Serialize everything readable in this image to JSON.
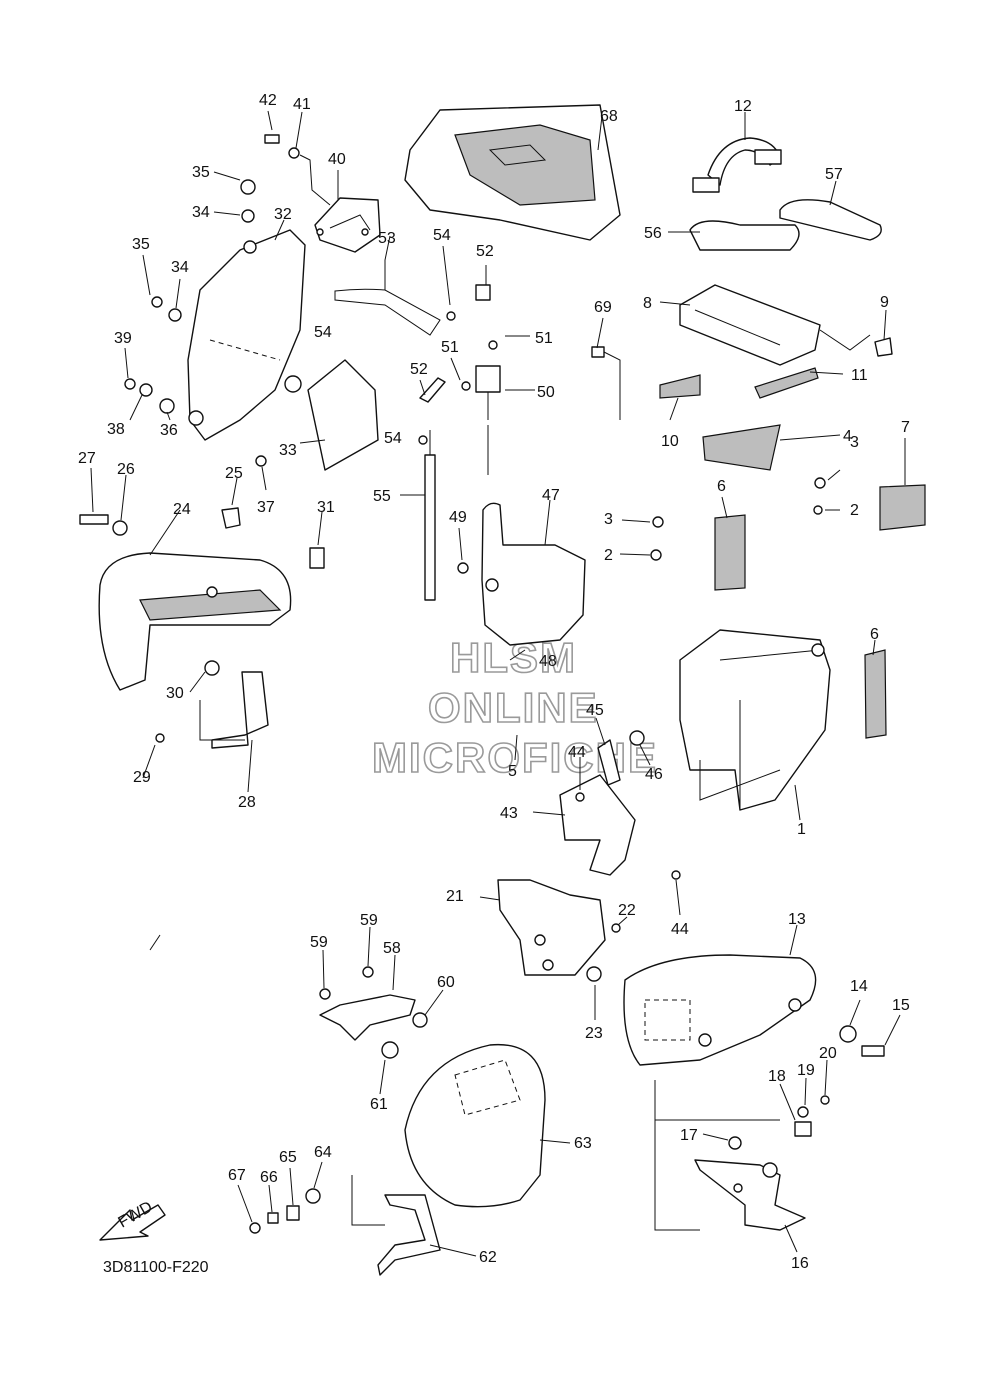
{
  "diagram_code": "3D81100-F220",
  "fwd_label": "FWD",
  "watermark": [
    "HLSM",
    "ONLINE",
    "MICROFICHE"
  ],
  "callouts": [
    "1",
    "2",
    "2",
    "3",
    "3",
    "4",
    "5",
    "6",
    "6",
    "7",
    "8",
    "9",
    "10",
    "11",
    "12",
    "13",
    "14",
    "15",
    "16",
    "17",
    "18",
    "19",
    "20",
    "21",
    "22",
    "23",
    "24",
    "25",
    "26",
    "27",
    "28",
    "29",
    "30",
    "31",
    "32",
    "33",
    "34",
    "34",
    "35",
    "35",
    "36",
    "37",
    "38",
    "39",
    "40",
    "41",
    "42",
    "43",
    "44",
    "44",
    "45",
    "46",
    "47",
    "48",
    "49",
    "50",
    "51",
    "51",
    "52",
    "52",
    "53",
    "54",
    "54",
    "54",
    "55",
    "56",
    "57",
    "58",
    "59",
    "59",
    "60",
    "61",
    "62",
    "63",
    "64",
    "65",
    "66",
    "67",
    "68",
    "69"
  ]
}
